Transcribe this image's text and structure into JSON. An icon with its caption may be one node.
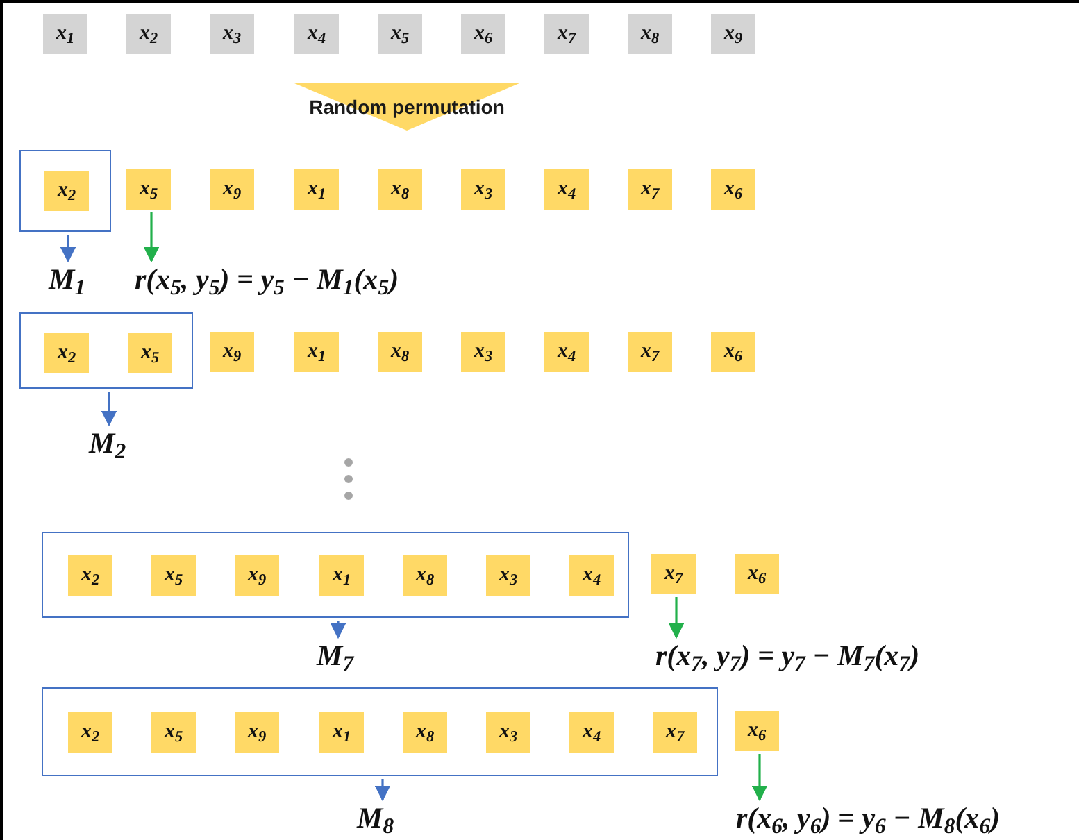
{
  "diagram": {
    "nodes": [
      {
        "text": [
          "x$_{1}$"
        ]
      },
      {
        "text": [
          "x$_{2}$"
        ]
      },
      {
        "text": [
          "x$_{3}$"
        ]
      },
      {
        "text": [
          "x$_{4}$"
        ]
      },
      {
        "text": [
          "x$_{5}$"
        ]
      },
      {
        "text": [
          "x$_{6}$"
        ]
      },
      {
        "text": [
          "x$_{7}$"
        ]
      },
      {
        "text": [
          "x$_{8}$"
        ]
      },
      {
        "text": [
          "x$_{9}$"
        ]
      },
      {
        "text": [
          "Random permutation"
        ]
      },
      {
        "text": [],
        "shape": "box"
      },
      {
        "text": [
          "x$_{2}$"
        ],
        "in": 10
      },
      {
        "text": [
          "x$_{5}$"
        ]
      },
      {
        "text": [
          "x$_{9}$"
        ]
      },
      {
        "text": [
          "x$_{1}$"
        ]
      },
      {
        "text": [
          "x$_{8}$"
        ]
      },
      {
        "text": [
          "x$_{3}$"
        ]
      },
      {
        "text": [
          "x$_{4}$"
        ]
      },
      {
        "text": [
          "x$_{7}$"
        ]
      },
      {
        "text": [
          "x$_{6}$"
        ]
      },
      {
        "text": [
          "M$_{1}$"
        ]
      },
      {
        "text": [
          "r(x$_{5}$, y$_{5}$) = y$_{5}$ − M$_{1}$(x$_{5}$)"
        ]
      },
      {
        "text": [],
        "shape": "box"
      },
      {
        "text": [
          "x$_{2}$"
        ],
        "in": 22
      },
      {
        "text": [
          "x$_{5}$"
        ],
        "in": 22
      },
      {
        "text": [
          "x$_{9}$"
        ]
      },
      {
        "text": [
          "x$_{1}$"
        ]
      },
      {
        "text": [
          "x$_{8}$"
        ]
      },
      {
        "text": [
          "x$_{3}$"
        ]
      },
      {
        "text": [
          "x$_{4}$"
        ]
      },
      {
        "text": [
          "x$_{7}$"
        ]
      },
      {
        "text": [
          "x$_{6}$"
        ]
      },
      {
        "text": [
          "M$_{2}$"
        ]
      },
      {
        "text": [],
        "shape": "box"
      },
      {
        "text": [
          "x$_{2}$"
        ],
        "in": 33
      },
      {
        "text": [
          "x$_{5}$"
        ],
        "in": 33
      },
      {
        "text": [
          "x$_{9}$"
        ],
        "in": 33
      },
      {
        "text": [
          "x$_{1}$"
        ],
        "in": 33
      },
      {
        "text": [
          "x$_{8}$"
        ],
        "in": 33
      },
      {
        "text": [
          "x$_{3}$"
        ],
        "in": 33
      },
      {
        "text": [
          "x$_{4}$"
        ],
        "in": 33
      },
      {
        "text": [
          "x$_{7}$"
        ]
      },
      {
        "text": [
          "x$_{6}$"
        ]
      },
      {
        "text": [
          "M$_{7}$"
        ]
      },
      {
        "text": [
          "r(x$_{7}$, y$_{7}$) = y$_{7}$ − M$_{7}$(x$_{7}$)"
        ]
      },
      {
        "text": [],
        "shape": "box"
      },
      {
        "text": [
          "x$_{2}$"
        ],
        "in": 45
      },
      {
        "text": [
          "x$_{5}$"
        ],
        "in": 45
      },
      {
        "text": [
          "x$_{9}$"
        ],
        "in": 45
      },
      {
        "text": [
          "x$_{1}$"
        ],
        "in": 45
      },
      {
        "text": [
          "x$_{8}$"
        ],
        "in": 45
      },
      {
        "text": [
          "x$_{3}$"
        ],
        "in": 45
      },
      {
        "text": [
          "x$_{4}$"
        ],
        "in": 45
      },
      {
        "text": [
          "x$_{7}$"
        ],
        "in": 45
      },
      {
        "text": [
          "x$_{6}$"
        ]
      },
      {
        "text": [
          "M$_{8}$"
        ]
      },
      {
        "text": [
          "r(x$_{6}$, y$_{6}$) = y$_{6}$ − M$_{8}$(x$_{6}$)"
        ]
      }
    ],
    "edges": [
      {
        "from": 10,
        "to": 20,
        "arrow": "to"
      },
      {
        "from": 12,
        "to": 21,
        "arrow": "to",
        "color": "#22b04b"
      },
      {
        "from": 22,
        "to": 32,
        "arrow": "to"
      },
      {
        "from": 33,
        "to": 43,
        "arrow": "to"
      },
      {
        "from": 41,
        "to": 44,
        "arrow": "to",
        "color": "#22b04b"
      },
      {
        "from": 45,
        "to": 55,
        "arrow": "to"
      },
      {
        "from": 54,
        "to": 56,
        "arrow": "to",
        "color": "#22b04b"
      }
    ]
  }
}
